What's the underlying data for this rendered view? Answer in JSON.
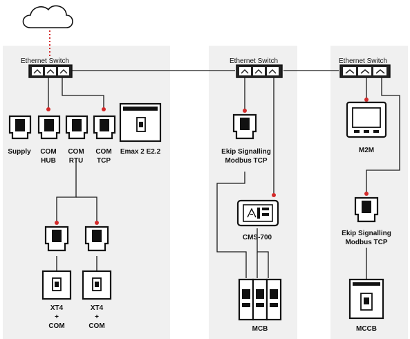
{
  "labels": {
    "switch_left": "Ethernet Switch",
    "switch_mid": "Ethernet Switch",
    "switch_right": "Ethernet Switch",
    "supply": "Supply",
    "com_hub_1": "COM",
    "com_hub_2": "HUB",
    "com_rtu_1": "COM",
    "com_rtu_2": "RTU",
    "com_tcp_1": "COM",
    "com_tcp_2": "TCP",
    "emax": "Emax 2 E2.2",
    "ekip_mid_1": "Ekip Signalling",
    "ekip_mid_2": "Modbus TCP",
    "cms": "CMS-700",
    "mcb": "MCB",
    "m2m": "M2M",
    "ekip_right_1": "Ekip Signalling",
    "ekip_right_2": "Modbus TCP",
    "mccb": "MCCB",
    "xt4a_1": "XT4",
    "xt4a_2": "+",
    "xt4a_3": "COM",
    "xt4b_1": "XT4",
    "xt4b_2": "+",
    "xt4b_3": "COM"
  },
  "colors": {
    "accent_dot": "#d42a2a",
    "panel_bg": "#f0f0f0",
    "line": "#1a1a1a"
  }
}
